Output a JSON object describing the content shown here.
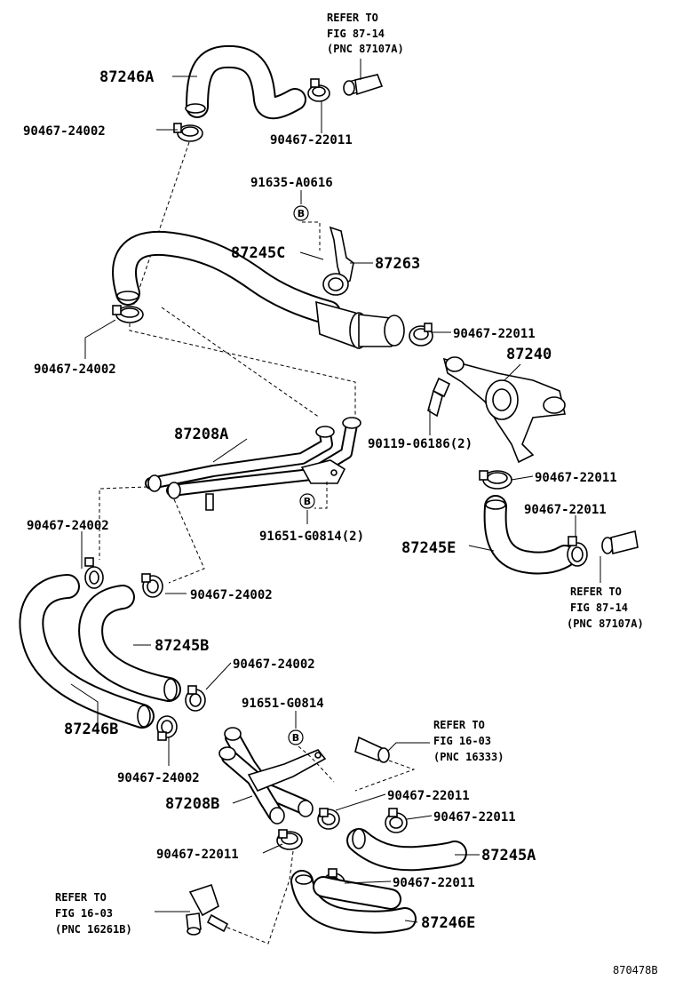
{
  "parts": {
    "p87246A": "87246A",
    "p87245C": "87245C",
    "p87263": "87263",
    "p87240": "87240",
    "p87208A": "87208A",
    "p87245E": "87245E",
    "p87245B": "87245B",
    "p87246B": "87246B",
    "p87208B": "87208B",
    "p87245A": "87245A",
    "p87246E": "87246E"
  },
  "clamps": {
    "c24002_top": "90467-24002",
    "c22011_top": "90467-22011",
    "c24002_mid": "90467-24002",
    "c22011_87240": "90467-22011",
    "c22011_lower": "90467-22011",
    "c22011_87245E": "90467-22011",
    "c24002_left": "90467-24002",
    "c24002_center": "90467-24002",
    "c24002_87245B": "90467-24002",
    "c24002_87246B": "90467-24002",
    "c22011_a": "90467-22011",
    "c22011_b": "90467-22011",
    "c22011_c": "90467-22011",
    "c22011_d": "90467-22011"
  },
  "fasteners": {
    "f91635": "91635-A0616",
    "f90119": "90119-06186(2)",
    "f91651_2": "91651-G0814(2)",
    "f91651": "91651-G0814",
    "b_mark": "B"
  },
  "refs": {
    "ref1": {
      "l1": "REFER TO",
      "l2": "FIG 87-14",
      "l3": "(PNC 87107A)"
    },
    "ref2": {
      "l1": "REFER TO",
      "l2": "FIG 87-14",
      "l3": "(PNC 87107A)"
    },
    "ref3": {
      "l1": "REFER TO",
      "l2": "FIG 16-03",
      "l3": "(PNC 16333)"
    },
    "ref4": {
      "l1": "REFER TO",
      "l2": "FIG 16-03",
      "l3": "(PNC 16261B)"
    }
  },
  "figure_id": "870478B"
}
